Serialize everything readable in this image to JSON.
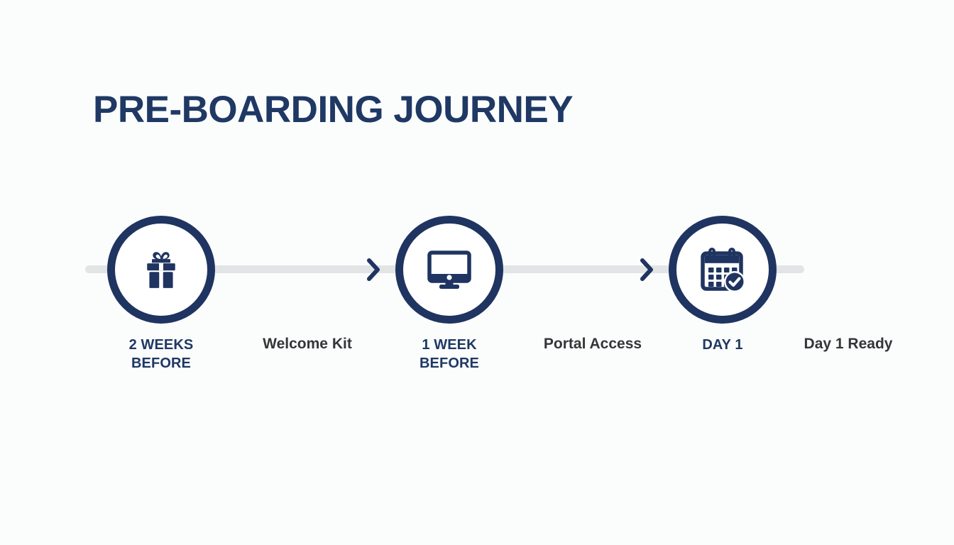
{
  "slide": {
    "title": "PRE-BOARDING JOURNEY",
    "background_color": "#fbfcfc"
  },
  "theme": {
    "navy": "#1f3460",
    "title_navy": "#1f3864",
    "track_gray": "#e2e4e6",
    "description_gray": "#333638"
  },
  "timeline": {
    "stages": [
      {
        "icon": "gift-icon",
        "stage_label_line1": "2 WEEKS",
        "stage_label_line2": "BEFORE",
        "stage_label": "2 WEEKS BEFORE"
      },
      {
        "icon": "monitor-icon",
        "stage_label_line1": "1 WEEK",
        "stage_label_line2": "BEFORE",
        "stage_label": "1 WEEK BEFORE"
      },
      {
        "icon": "calendar-check-icon",
        "stage_label_line1": "DAY 1",
        "stage_label_line2": "",
        "stage_label": "DAY 1"
      }
    ],
    "descriptions": [
      {
        "text": "Welcome Kit"
      },
      {
        "text": "Portal Access"
      },
      {
        "text": "Day 1 Ready"
      }
    ],
    "connectors": [
      {
        "icon": "chevron-right-icon"
      },
      {
        "icon": "chevron-right-icon"
      }
    ]
  }
}
